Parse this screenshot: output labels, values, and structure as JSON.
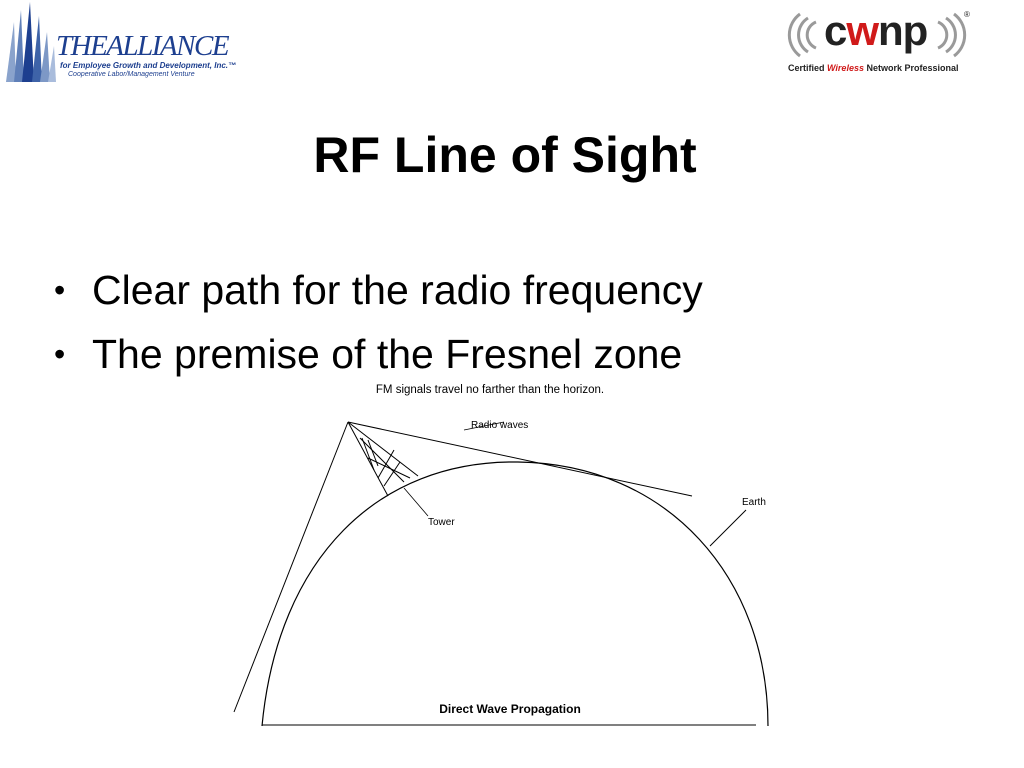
{
  "logos": {
    "alliance": {
      "brand": "THEALLIANCE",
      "tagline": "for Employee Growth and Development, Inc.™",
      "subtagline": "Cooperative Labor/Management Venture",
      "color": "#1d3f8f"
    },
    "cwnp": {
      "word_c": "c",
      "word_w": "w",
      "word_np": "np",
      "registered": "®",
      "tagline_pre": "Certified ",
      "tagline_red": "Wireless",
      "tagline_post": " Network Professional",
      "accent": "#d01a1a"
    }
  },
  "slide": {
    "title": "RF Line of Sight",
    "bullets": [
      "Clear path for the radio frequency",
      "The premise of the Fresnel zone"
    ]
  },
  "diagram": {
    "caption_top": "FM signals travel no farther than the horizon.",
    "label_radio_waves": "Radio waves",
    "label_earth": "Earth",
    "label_tower": "Tower",
    "caption_bottom": "Direct Wave Propagation"
  }
}
